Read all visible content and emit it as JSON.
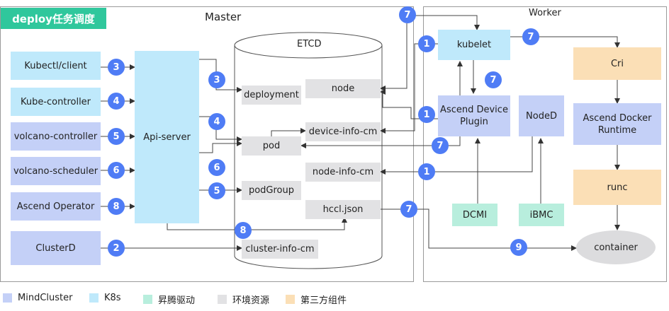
{
  "title": "deploy任务调度",
  "master_label": "Master",
  "worker_label": "Worker",
  "etcd_label": "ETCD",
  "clients": [
    "Kubectl/client",
    "Kube-controller",
    "volcano-controller",
    "volcano-scheduler",
    "Ascend Operator",
    "ClusterD"
  ],
  "api_server": "Api-server",
  "etcd_items": {
    "deployment": "deployment",
    "node": "node",
    "device_info": "device-info-cm",
    "pod": "pod",
    "node_info": "node-info-cm",
    "podgroup": "podGroup",
    "hccl": "hccl.json",
    "cluster_info": "cluster-info-cm"
  },
  "worker": {
    "kubelet": "kubelet",
    "cri": "Cri",
    "plugin": "Ascend Device\nPlugin",
    "noded": "NodeD",
    "docker_runtime": "Ascend Docker\nRuntime",
    "runc": "runc",
    "dcmi": "DCMI",
    "ibmc": "iBMC",
    "container": "container"
  },
  "badges": {
    "c1": "3",
    "c2": "4",
    "c3": "5",
    "c4": "6",
    "c5": "8",
    "c6": "2",
    "a1": "3",
    "a2": "4",
    "a3": "6",
    "a4": "5",
    "a5": "8",
    "w_top": "7",
    "w_n1": "1",
    "w_k7": "7",
    "w_mid7": "7",
    "w_n2": "1",
    "w_pod7": "7",
    "w_n3": "1",
    "w_hccl7": "7",
    "w_c9": "9"
  },
  "legend": [
    {
      "label": "MindCluster",
      "color": "#c4d0f7"
    },
    {
      "label": "K8s",
      "color": "#bfe9fb"
    },
    {
      "label": "昇腾驱动",
      "color": "#b8eedd"
    },
    {
      "label": "环境资源",
      "color": "#e2e2e4"
    },
    {
      "label": "第三方组件",
      "color": "#fbdfb6"
    }
  ],
  "colors": {
    "badge": "#4f7cf5",
    "title_bg": "#2fc79c"
  }
}
